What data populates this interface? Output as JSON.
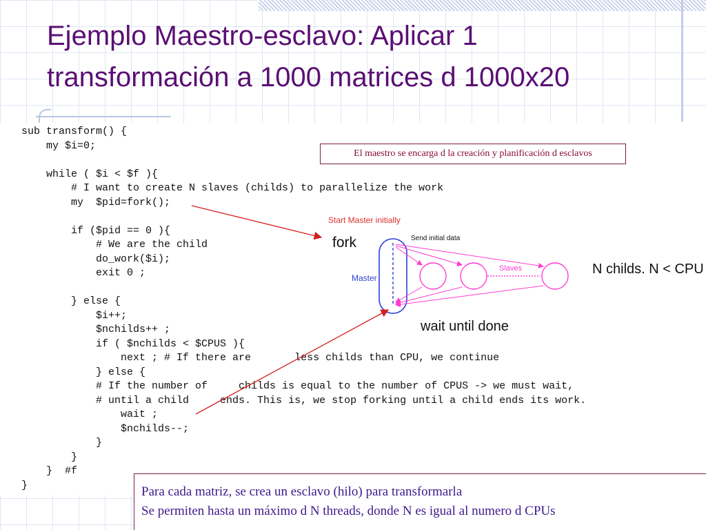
{
  "slide": {
    "title_line1": "Ejemplo Maestro-esclavo: Aplicar 1",
    "title_line2": "transformación a 1000 matrices d 1000x20"
  },
  "code_lines": [
    "sub transform() {",
    "    my $i=0;",
    "",
    "    while ( $i < $f ){",
    "        # I want to create N slaves (childs) to parallelize the work",
    "        my  $pid=fork();",
    "",
    "        if ($pid == 0 ){",
    "            # We are the child",
    "            do_work($i);",
    "            exit 0 ;",
    "",
    "        } else {",
    "            $i++;",
    "            $nchilds++ ;",
    "            if ( $nchilds < $CPUS ){",
    "                next ; # If there are       less childs than CPU, we continue",
    "            } else {",
    "            # If the number of     childs is equal to the number of CPUS -> we must wait,",
    "            # until a child     ends. This is, we stop forking until a child ends its work.",
    "                wait ;",
    "                $nchilds--;",
    "            }",
    "        }",
    "    }  #f",
    "}"
  ],
  "note_top": "El maestro se encarga d la creación y planificación d esclavos",
  "note_bottom": {
    "line1": "Para cada matriz, se crea un esclavo (hilo) para transformarla",
    "line2": "Se permiten hasta un máximo d N threads, donde N es igual al numero d CPUs"
  },
  "diagram": {
    "start_label": "Start Master initially",
    "fork_label": "fork",
    "send_label": "Send initial data",
    "master_label": "Master",
    "slaves_label": "Slaves",
    "wait_label": "wait until done",
    "nchilds_label": "N childs. N < CPU"
  },
  "colors": {
    "title": "#5a0f73",
    "arrow": "#d42020",
    "diagram_pink": "#ff3cd2",
    "master_blue": "#2b3fd6"
  }
}
